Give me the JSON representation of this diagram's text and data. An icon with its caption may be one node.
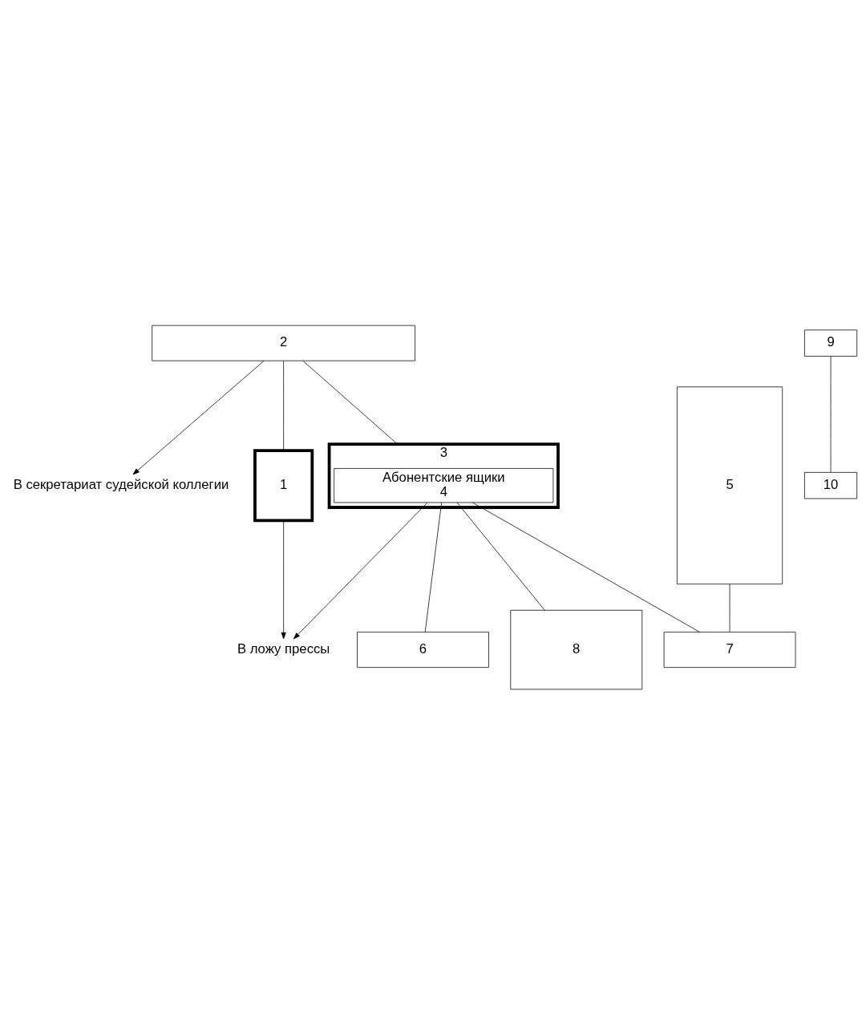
{
  "diagram": {
    "nodes": [
      {
        "text": [
          "В секретариат судейской коллегии"
        ]
      },
      {
        "text": [
          "9"
        ]
      },
      {
        "text": [
          "10"
        ]
      },
      {
        "text": [
          "2"
        ]
      },
      {
        "text": [
          "3"
        ]
      },
      {
        "text": [
          "Абонентские ящики",
          "4"
        ],
        "in": 4
      },
      {
        "text": [
          "1"
        ]
      },
      {
        "text": [
          "В ложу прессы"
        ]
      },
      {
        "text": [
          "6"
        ]
      },
      {
        "text": [
          "5"
        ]
      },
      {
        "text": [
          "7"
        ]
      },
      {
        "text": [
          "8"
        ]
      }
    ],
    "edges": [
      {
        "from": 3,
        "to": 0,
        "arrow": "to"
      },
      {
        "from": 1,
        "to": 2,
        "arrow": "none"
      },
      {
        "from": 3,
        "to": 4,
        "arrow": "none"
      },
      {
        "from": 3,
        "to": 6,
        "arrow": "none"
      },
      {
        "from": 5,
        "to": 7,
        "arrow": "to"
      },
      {
        "from": 6,
        "to": 7,
        "arrow": "to"
      },
      {
        "from": 5,
        "to": 8,
        "arrow": "none"
      },
      {
        "from": 5,
        "to": 10,
        "arrow": "none"
      },
      {
        "from": 5,
        "to": 11,
        "arrow": "none"
      },
      {
        "from": 9,
        "to": 10,
        "arrow": "none"
      }
    ]
  }
}
